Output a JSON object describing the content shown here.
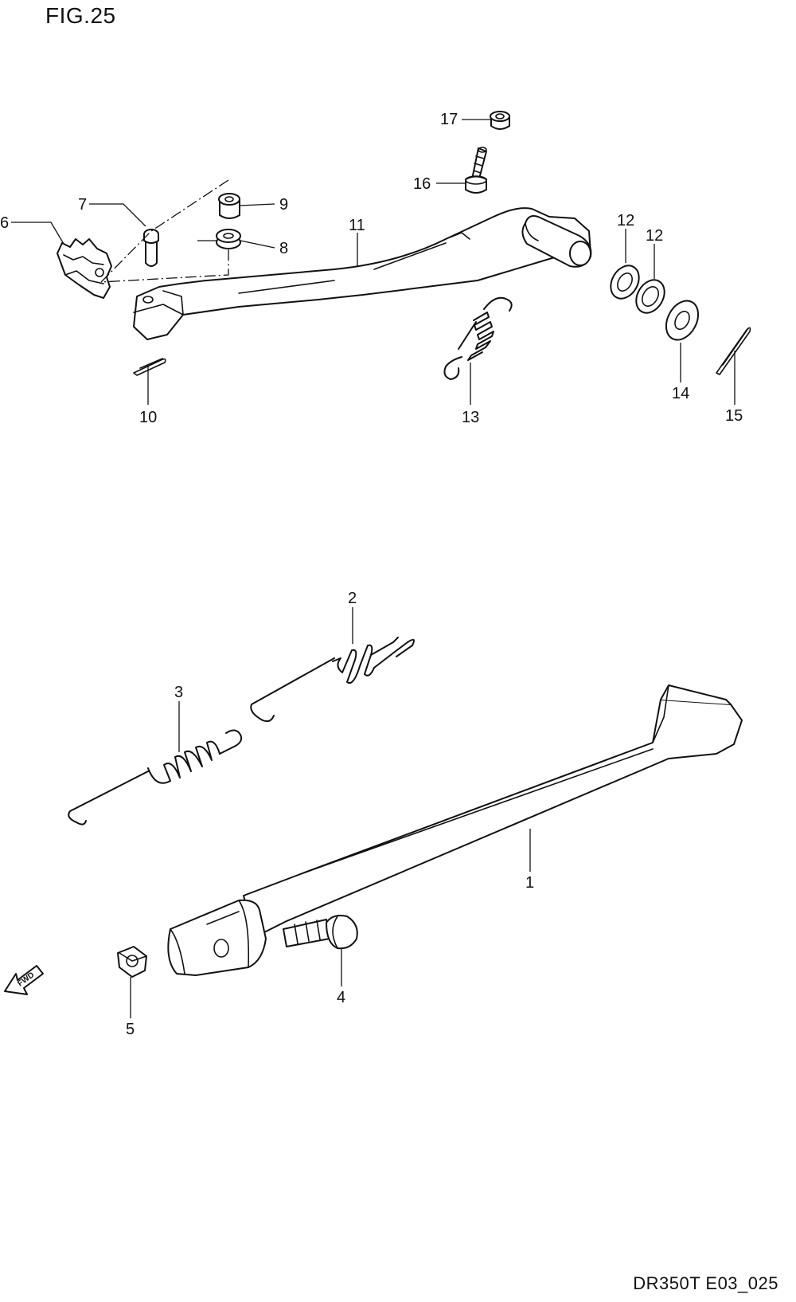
{
  "figure": {
    "title": "FIG.25",
    "code": "DR350T E03_025"
  },
  "fwd_arrow": {
    "label": "FWD",
    "icon": "fwd-arrow-icon"
  },
  "callouts": [
    {
      "id": "1",
      "label": "1"
    },
    {
      "id": "2",
      "label": "2"
    },
    {
      "id": "3",
      "label": "3"
    },
    {
      "id": "4",
      "label": "4"
    },
    {
      "id": "5",
      "label": "5"
    },
    {
      "id": "6",
      "label": "6"
    },
    {
      "id": "7",
      "label": "7"
    },
    {
      "id": "8",
      "label": "8"
    },
    {
      "id": "9",
      "label": "9"
    },
    {
      "id": "10",
      "label": "10"
    },
    {
      "id": "11",
      "label": "11"
    },
    {
      "id": "12a",
      "label": "12"
    },
    {
      "id": "12b",
      "label": "12"
    },
    {
      "id": "13",
      "label": "13"
    },
    {
      "id": "14",
      "label": "14"
    },
    {
      "id": "15",
      "label": "15"
    },
    {
      "id": "16",
      "label": "16"
    },
    {
      "id": "17",
      "label": "17"
    }
  ]
}
